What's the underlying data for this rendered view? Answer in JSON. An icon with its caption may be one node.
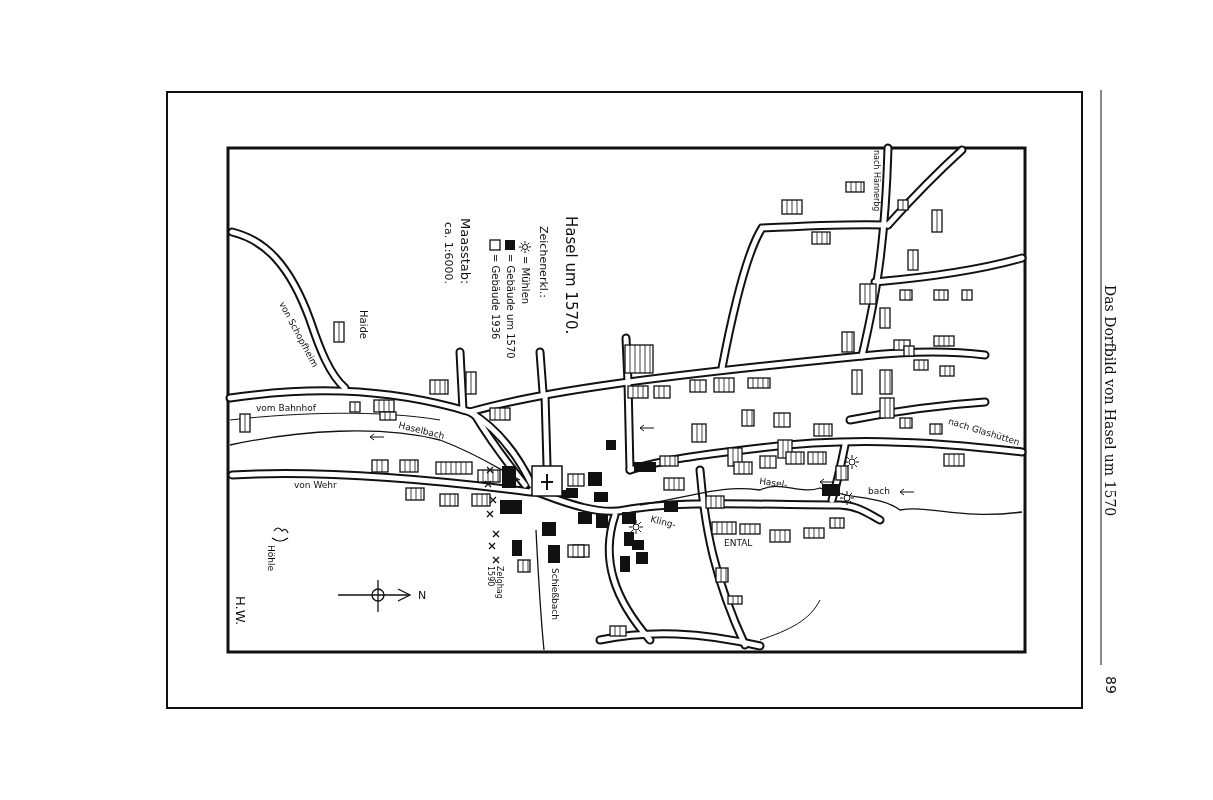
{
  "diagram": {
    "title": "Das Dorfbild von Hasel um 1570",
    "labels": [
      "89",
      "Hasel um 1570.",
      "Zeichenerkl.:",
      "Maasstab:",
      "ca. 1:6000.",
      "von Schopfheim",
      "Haide",
      "vom Bahnhof",
      "Haselbach",
      "von Wehr",
      "Höhle",
      "N",
      "H.W.",
      "Zelghag 1590",
      "Schießbach",
      "Kling-",
      "ENTAL",
      "Hasel-",
      "bach",
      "nach Hännerbg",
      "nach Glashütten"
    ],
    "legend": [
      {
        "text": "= Mühlen"
      },
      {
        "text": "= Gebäude um 1570"
      },
      {
        "text": "= Gebäude 1936"
      }
    ]
  }
}
